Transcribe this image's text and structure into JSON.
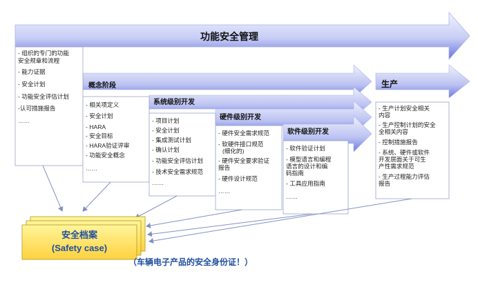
{
  "management": {
    "title": "功能安全管理",
    "items": [
      "- 组织的专门的功能",
      "安全规章和流程",
      "- 能力证据",
      "- 安全计划",
      "- 功能安全评估计划",
      "-认可措施报告",
      "……"
    ]
  },
  "phases": [
    {
      "label": "概念阶段",
      "items": [
        "- 相关项定义",
        "- 安全计划",
        "- HARA",
        "- 安全目标",
        "- HARA验证评审",
        "- 功能安全概念",
        "……"
      ]
    },
    {
      "label": "系统级别开发",
      "items": [
        "- 项目计划",
        "- 安全计划",
        "- 集成测试计划",
        "- 确认计划",
        "- 功能安全评估计划",
        "- 技术安全需求规范",
        "……"
      ]
    },
    {
      "label": "硬件级别开发",
      "items": [
        "- 硬件安全需求规范",
        "- 软硬件接口规范",
        "(细化的)",
        "- 硬件安全要求验证",
        "报告",
        "- 硬件设计规范",
        "……"
      ]
    },
    {
      "label": "软件级别开发",
      "items": [
        "- 软件验证计划",
        "- 模型语言和编程",
        "语言的设计和编",
        "码指南",
        "- 工具应用指南",
        "……"
      ]
    },
    {
      "label": "生产",
      "items": [
        "- 生产计划安全相关",
        "内容",
        "- 生产控制计划的安全",
        "全相关内容",
        "- 控制措施报告",
        "- 系统、硬件或软件",
        "开发层面关于可生",
        "产性需求规范",
        "- 生产过程能力评估",
        "报告"
      ]
    }
  ],
  "safety_case": {
    "line1": "安全档案",
    "line2": "(Safety case)"
  },
  "footer": "（车辆电子产品的安全身份证！）",
  "colors": {
    "arrow_light": "#eef0fc",
    "arrow_dark": "#6673de",
    "case_fill": "#fff07a",
    "case_stroke": "#b09a20",
    "title_blue": "#1f4e9e"
  }
}
